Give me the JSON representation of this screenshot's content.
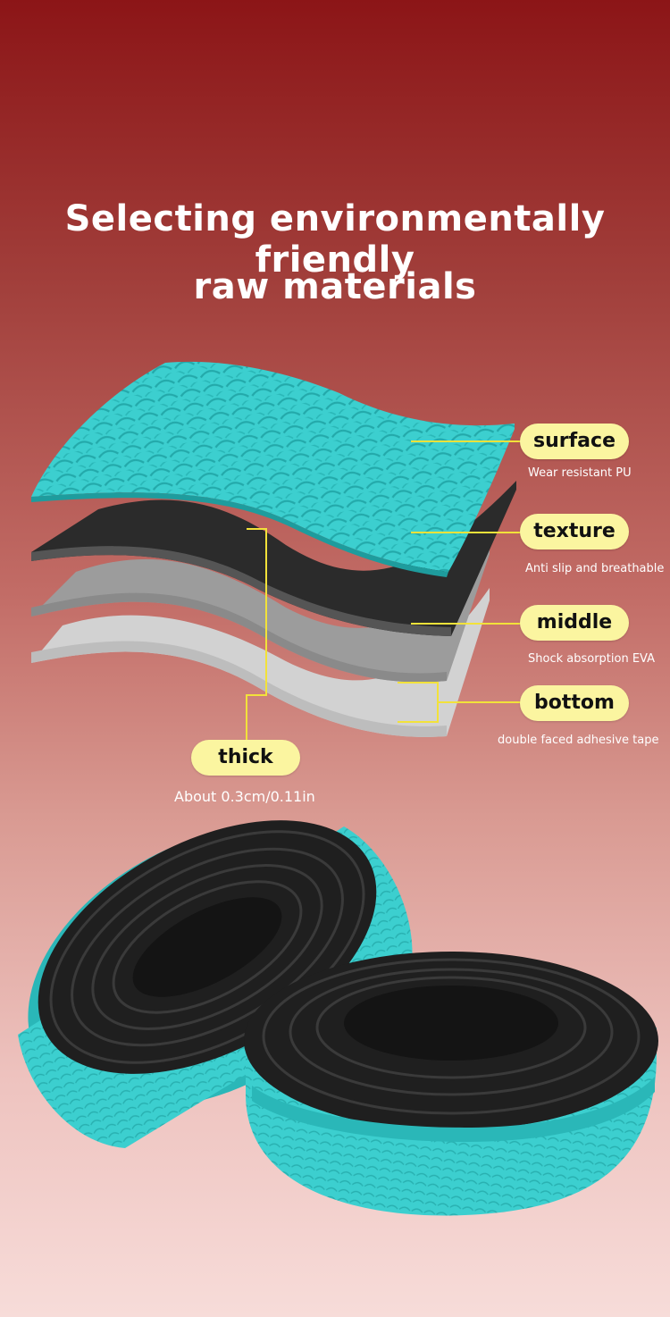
{
  "heading": {
    "line1": "Selecting environmentally friendly",
    "line2": "raw materials"
  },
  "layers": [
    {
      "name": "surface",
      "description": "Wear resistant PU"
    },
    {
      "name": "texture",
      "description": "Anti slip and breathable"
    },
    {
      "name": "middle",
      "description": "Shock absorption EVA"
    },
    {
      "name": "bottom",
      "description": "double faced adhesive tape"
    }
  ],
  "thickness": {
    "label": "thick",
    "value": "About 0.3cm/0.11in"
  },
  "colors": {
    "accent_yellow": "#fbf5a0",
    "tape_teal": "#3ccfcf",
    "foam_black": "#2a2a2a",
    "eva_gray": "#9a9a9a",
    "adhesive_light": "#cfcfcf",
    "callout_line": "#f2e23a"
  }
}
